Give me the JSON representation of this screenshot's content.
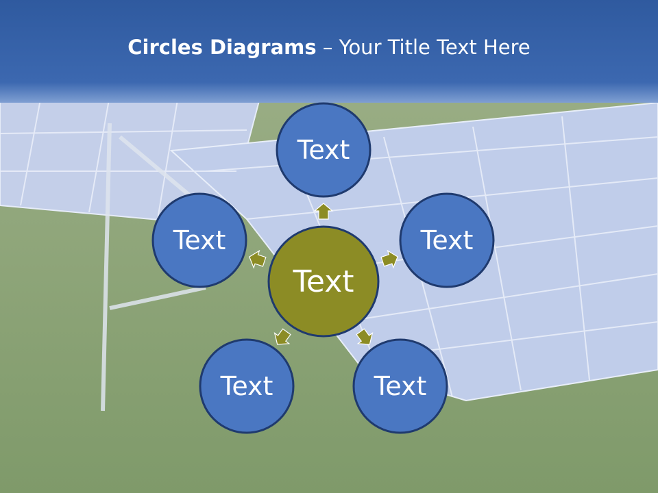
{
  "title": {
    "bold": "Circles Diagrams",
    "separator": " – ",
    "rest": "Your Title Text Here"
  },
  "center": {
    "label": "Text",
    "color": "#8c8c25"
  },
  "satellites": [
    {
      "label": "Text"
    },
    {
      "label": "Text"
    },
    {
      "label": "Text"
    },
    {
      "label": "Text"
    },
    {
      "label": "Text"
    }
  ],
  "colors": {
    "header": "#3a66ad",
    "circle_fill": "#4a77c2",
    "circle_stroke": "#1f3a6e",
    "arrow": "#8c8c25",
    "panel": "#c8d3ec",
    "grass": "#8fa27a"
  }
}
